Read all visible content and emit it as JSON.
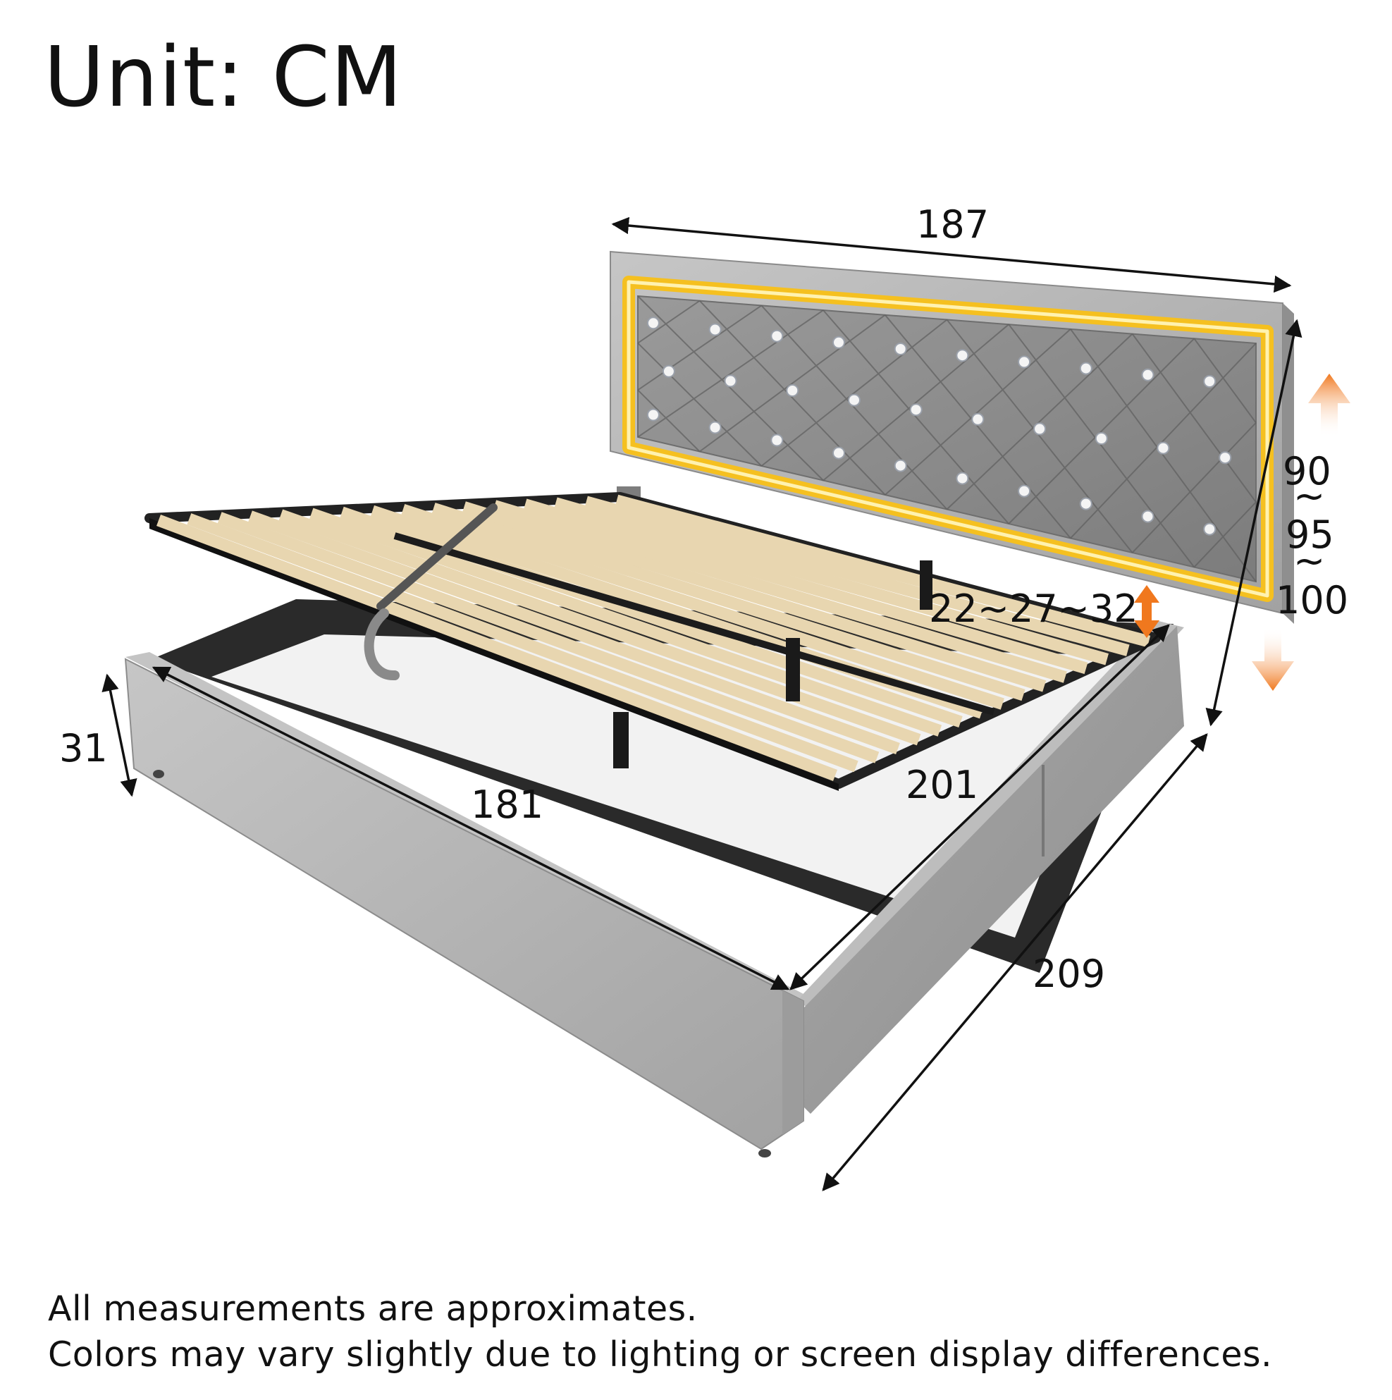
{
  "unit_label": "Unit: CM",
  "dimensions": {
    "headboard_width": "187",
    "height_min": "90",
    "height_mid": "95",
    "height_max": "100",
    "tilde": "~",
    "gas_lift_heights": "22~27~32",
    "base_height": "31",
    "inner_width": "181",
    "inner_length": "201",
    "total_length": "209"
  },
  "notes": {
    "line1": "All measurements are approximates.",
    "line2": "Colors may vary slightly due to lighting or screen display differences."
  },
  "colors": {
    "fabric_gray": "#b4b4b4",
    "led_glow": "#f5c020",
    "slat_wood": "#e8d6b0",
    "arrow_orange": "#f0781e"
  }
}
